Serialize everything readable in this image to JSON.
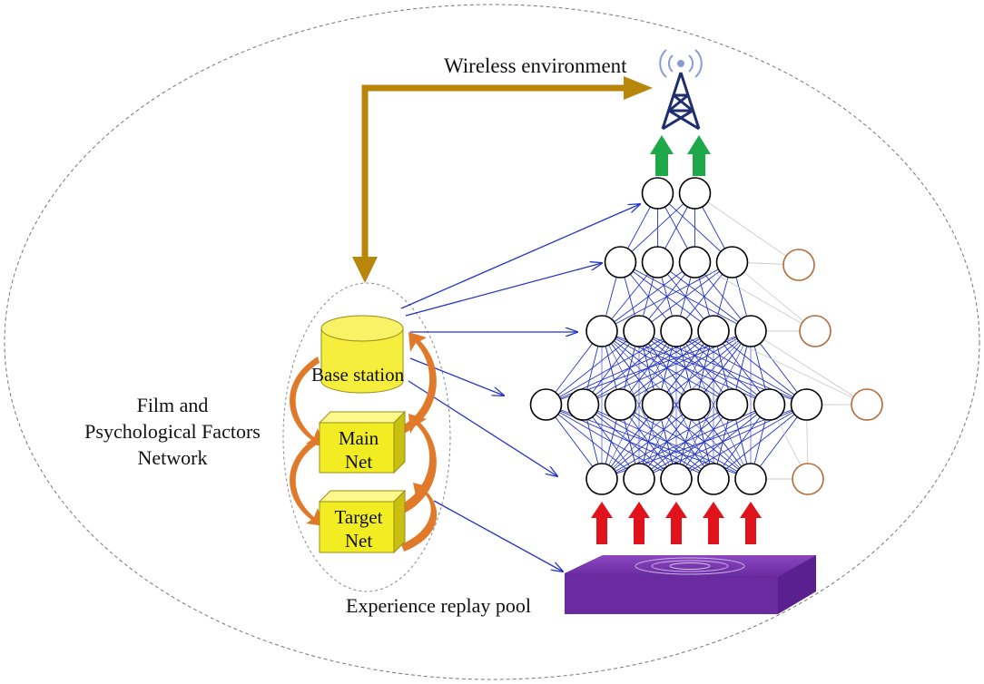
{
  "labels": {
    "wireless_environment": "Wireless environment",
    "network_line1": "Film and",
    "network_line2": "Psychological Factors",
    "network_line3": "Network",
    "base_station": "Base station",
    "main_net_line1": "Main",
    "main_net_line2": "Net",
    "target_net_line1": "Target",
    "target_net_line2": "Net",
    "experience_replay_pool": "Experience replay pool"
  },
  "neural_network": {
    "layer_sizes": [
      2,
      4,
      5,
      8,
      5
    ],
    "inactive_neurons": 4
  },
  "colors": {
    "connection": "#2433c8",
    "feedback_arrow": "#b8860b",
    "output_arrow": "#1ea84a",
    "input_arrow": "#e0121b",
    "curved_arrow": "#e07a2a",
    "cylinder": "#f6ee3c",
    "cube": "#f2ec22",
    "pool": "#6a2aa0",
    "inactive_neuron": "#b56a3a",
    "tower": "#1e2e6e",
    "signal": "#8a9cd8"
  },
  "icons": {
    "tower": "antenna-tower-icon",
    "database": "database-cylinder-icon",
    "cube": "cube-icon",
    "pool": "replay-pool-icon"
  }
}
